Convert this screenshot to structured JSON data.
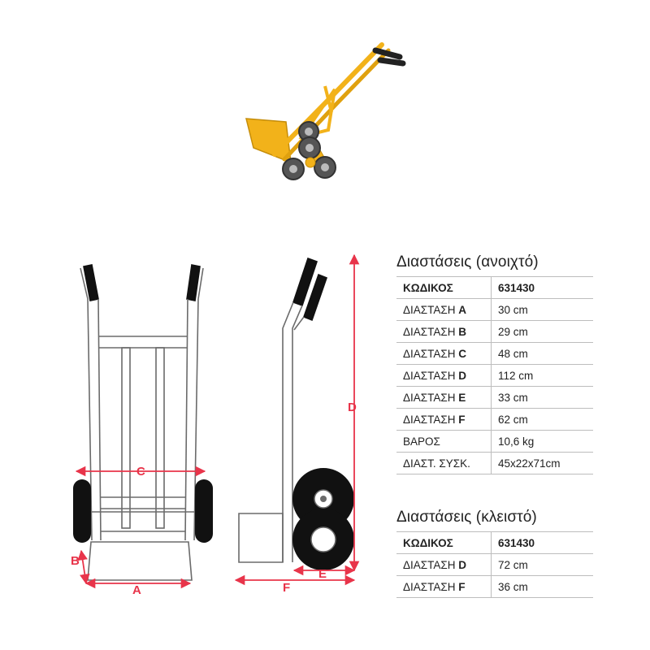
{
  "diagram_labels": {
    "A": "A",
    "B": "B",
    "C": "C",
    "D": "D",
    "E": "E",
    "F": "F"
  },
  "open_table": {
    "title": "Διαστάσεις (ανοιχτό)",
    "header": {
      "key": "ΚΩΔΙΚΟΣ",
      "value": "631430"
    },
    "rows": [
      {
        "key": "ΔΙΑΣΤΑΣΗ",
        "letter": "A",
        "value": "30 cm"
      },
      {
        "key": "ΔΙΑΣΤΑΣΗ",
        "letter": "B",
        "value": "29 cm"
      },
      {
        "key": "ΔΙΑΣΤΑΣΗ",
        "letter": "C",
        "value": "48 cm"
      },
      {
        "key": "ΔΙΑΣΤΑΣΗ",
        "letter": "D",
        "value": "112 cm"
      },
      {
        "key": "ΔΙΑΣΤΑΣΗ",
        "letter": "E",
        "value": "33 cm"
      },
      {
        "key": "ΔΙΑΣΤΑΣΗ",
        "letter": "F",
        "value": "62 cm"
      },
      {
        "key": "ΒΑΡΟΣ",
        "letter": "",
        "value": "10,6 kg"
      },
      {
        "key": "ΔΙΑΣΤ. ΣΥΣΚ.",
        "letter": "",
        "value": "45x22x71cm"
      }
    ]
  },
  "closed_table": {
    "title": "Διαστάσεις (κλειστό)",
    "header": {
      "key": "ΚΩΔΙΚΟΣ",
      "value": "631430"
    },
    "rows": [
      {
        "key": "ΔΙΑΣΤΑΣΗ",
        "letter": "D",
        "value": "72 cm"
      },
      {
        "key": "ΔΙΑΣΤΑΣΗ",
        "letter": "F",
        "value": "36 cm"
      }
    ]
  },
  "colors": {
    "dimension": "#e8344a",
    "product_frame": "#f2b21a",
    "outline": "#6b6b6b",
    "tyre": "#111111"
  },
  "icons": [
    "hand-truck-product-photo",
    "front-view-drawing",
    "side-view-drawing"
  ]
}
